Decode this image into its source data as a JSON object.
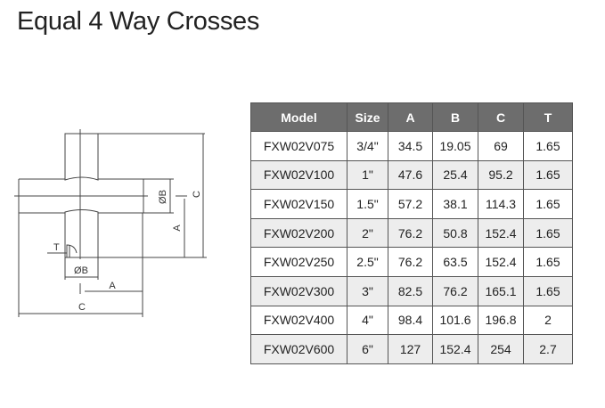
{
  "title": "Equal 4 Way Crosses",
  "drawing": {
    "labels": {
      "ob_right": "ØB",
      "c_right": "C",
      "a_right": "A",
      "t": "T",
      "ob_bottom": "ØB",
      "a_bottom": "A",
      "c_bottom": "C"
    }
  },
  "table": {
    "headers": [
      "Model",
      "Size",
      "A",
      "B",
      "C",
      "T"
    ],
    "rows": [
      [
        "FXW02V075",
        "3/4\"",
        "34.5",
        "19.05",
        "69",
        "1.65"
      ],
      [
        "FXW02V100",
        "1\"",
        "47.6",
        "25.4",
        "95.2",
        "1.65"
      ],
      [
        "FXW02V150",
        "1.5\"",
        "57.2",
        "38.1",
        "114.3",
        "1.65"
      ],
      [
        "FXW02V200",
        "2\"",
        "76.2",
        "50.8",
        "152.4",
        "1.65"
      ],
      [
        "FXW02V250",
        "2.5\"",
        "76.2",
        "63.5",
        "152.4",
        "1.65"
      ],
      [
        "FXW02V300",
        "3\"",
        "82.5",
        "76.2",
        "165.1",
        "1.65"
      ],
      [
        "FXW02V400",
        "4\"",
        "98.4",
        "101.6",
        "196.8",
        "2"
      ],
      [
        "FXW02V600",
        "6\"",
        "127",
        "152.4",
        "254",
        "2.7"
      ]
    ]
  }
}
